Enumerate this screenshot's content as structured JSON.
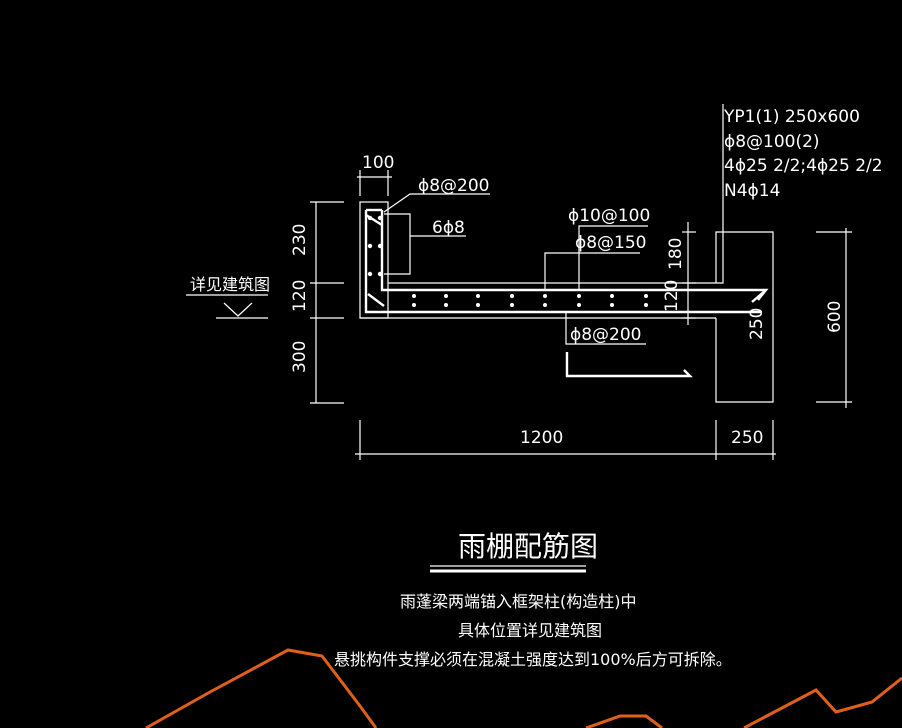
{
  "beam": {
    "label": "YP1(1) 250x600",
    "stirrup": "ϕ8@100(2)",
    "main_bars": "4ϕ25 2/2;4ϕ25 2/2",
    "side_bars": "N4ϕ14"
  },
  "rebar": {
    "edge_stirrup": "ϕ8@200",
    "edge_bars": "6ϕ8",
    "top_bar_1": "ϕ10@100",
    "top_bar_2": "ϕ8@150",
    "bottom_bar": "ϕ8@200"
  },
  "dims": {
    "edge_width": "100",
    "h_230": "230",
    "h_120_left": "120",
    "h_300": "300",
    "h_180": "180",
    "h_120_right": "120",
    "h_250": "250",
    "h_600": "600",
    "w_1200": "1200",
    "w_250": "250"
  },
  "side_note": "详见建筑图",
  "title": "雨棚配筋图",
  "notes": [
    "雨蓬梁两端锚入框架柱(构造柱)中",
    "具体位置详见建筑图",
    "悬挑构件支撑必须在混凝土强度达到100%后方可拆除。"
  ]
}
